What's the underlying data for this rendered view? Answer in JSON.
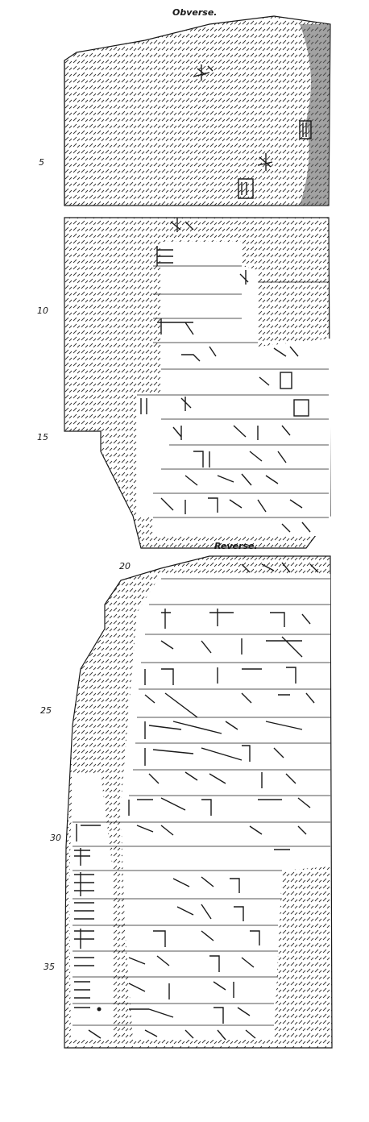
{
  "plate": {
    "obverse_label": "Obverse.",
    "reverse_label": "Reverse.",
    "line_numbers": [
      "5",
      "10",
      "15",
      "20",
      "25",
      "30",
      "35"
    ],
    "ink_color": "#1a1a1a",
    "paper_color": "#ffffff"
  }
}
